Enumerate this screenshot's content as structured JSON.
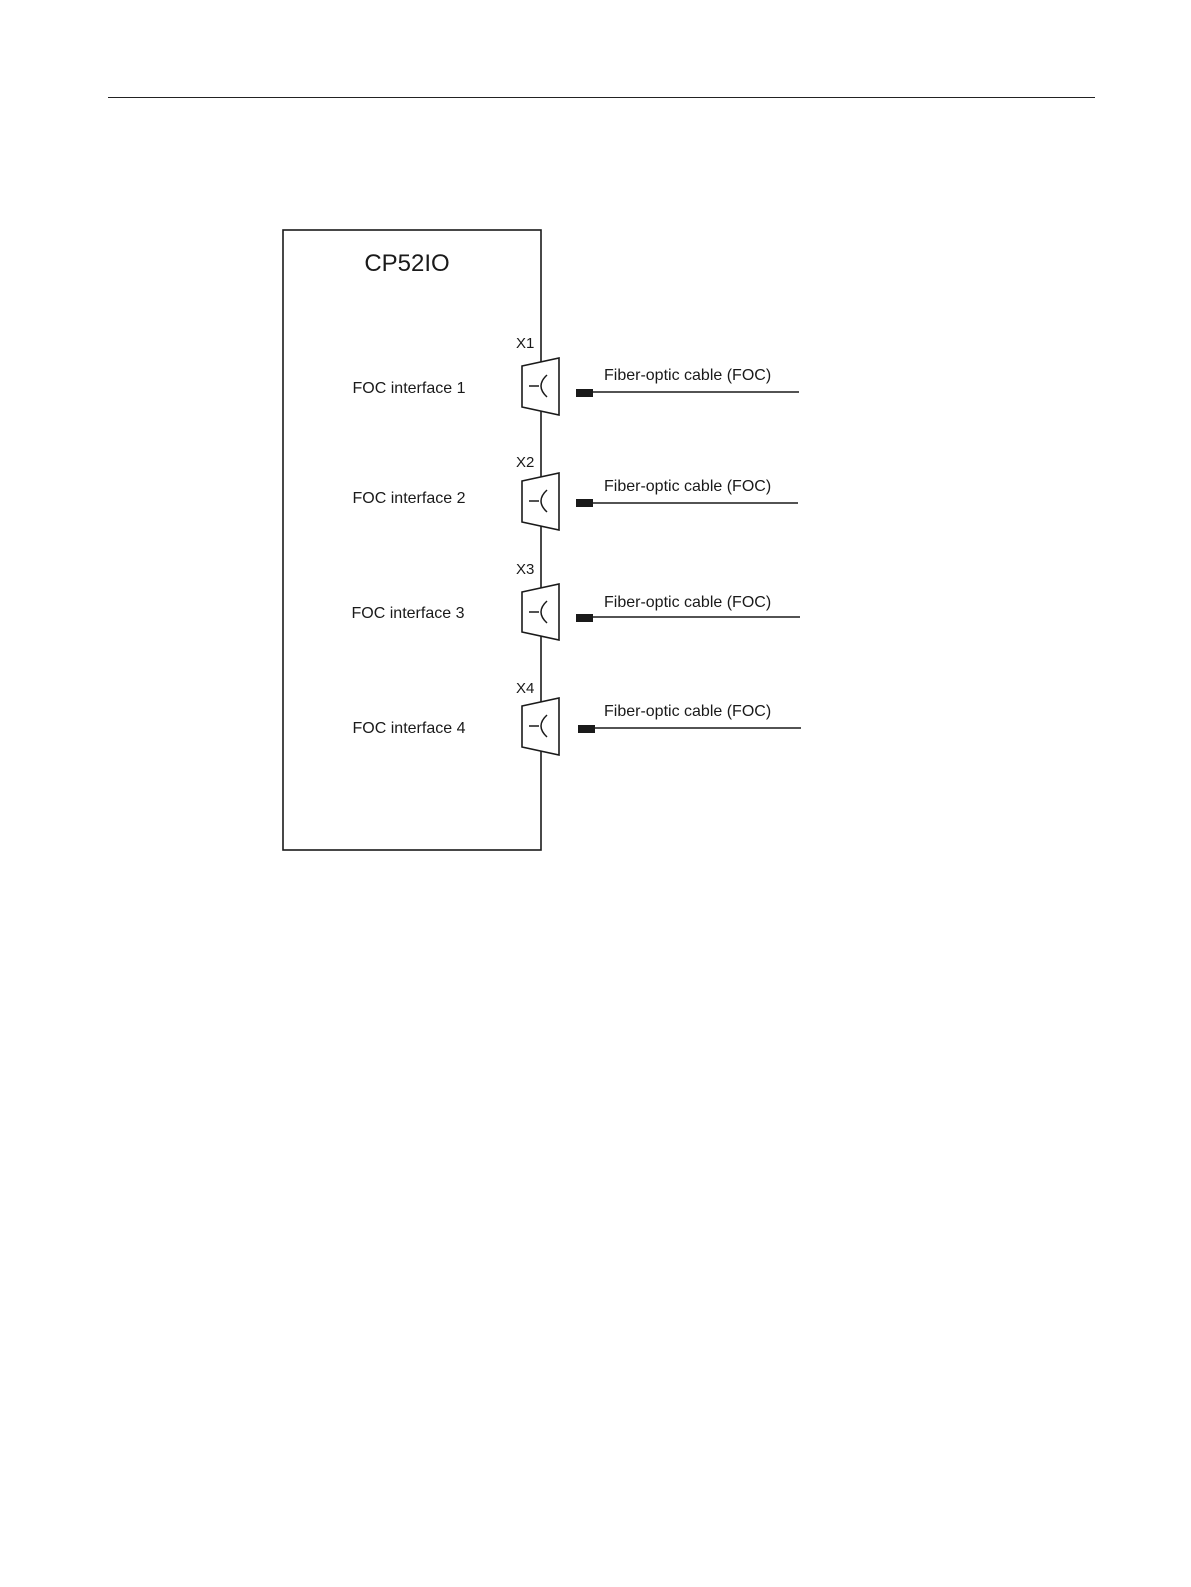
{
  "module": {
    "name": "CP52IO"
  },
  "interfaces": [
    {
      "port": "X1",
      "label": "FOC interface 1",
      "cable": "Fiber-optic cable (FOC)"
    },
    {
      "port": "X2",
      "label": "FOC interface 2",
      "cable": "Fiber-optic cable (FOC)"
    },
    {
      "port": "X3",
      "label": "FOC interface 3",
      "cable": "Fiber-optic cable (FOC)"
    },
    {
      "port": "X4",
      "label": "FOC interface 4",
      "cable": "Fiber-optic cable (FOC)"
    }
  ],
  "colors": {
    "line": "#1a1a1a",
    "background": "#ffffff"
  }
}
